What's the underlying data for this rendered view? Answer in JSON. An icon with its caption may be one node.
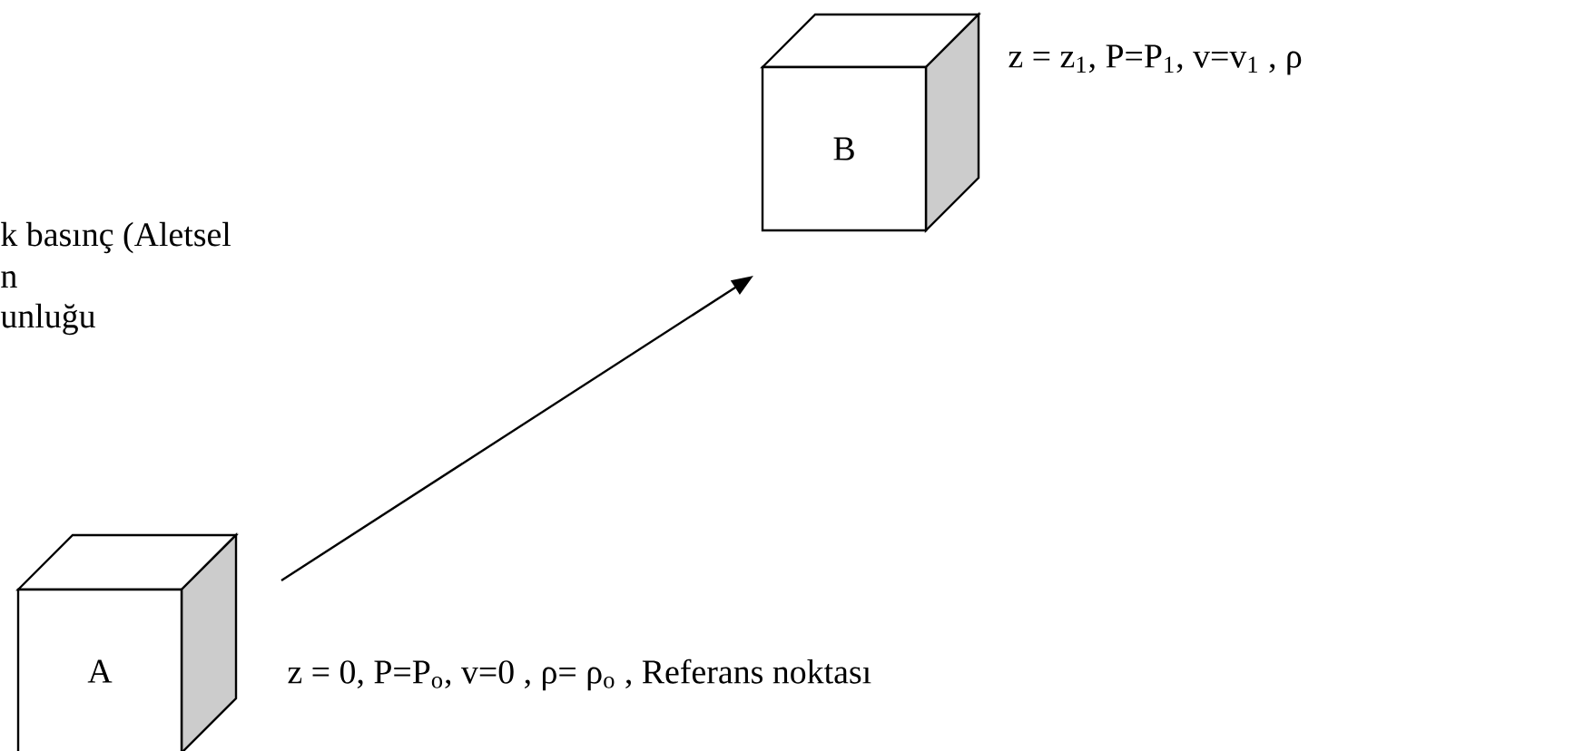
{
  "diagram": {
    "nodes": [
      {
        "text": [
          "A"
        ],
        "beside": [
          "z = 0, P=P$_{o}$, v=0 , ρ= ρ$_{o}$ , Referans noktası"
        ]
      },
      {
        "text": [
          "B"
        ],
        "beside": [
          "z = z$_{1}$, P=P$_{1}$, v=v$_{1}$ , ρ"
        ]
      }
    ],
    "edges": [
      {
        "from": 0,
        "to": 1,
        "arrow": "to"
      }
    ],
    "labels": [
      "k basınç (Aletsel",
      "n",
      "unluğu"
    ]
  }
}
